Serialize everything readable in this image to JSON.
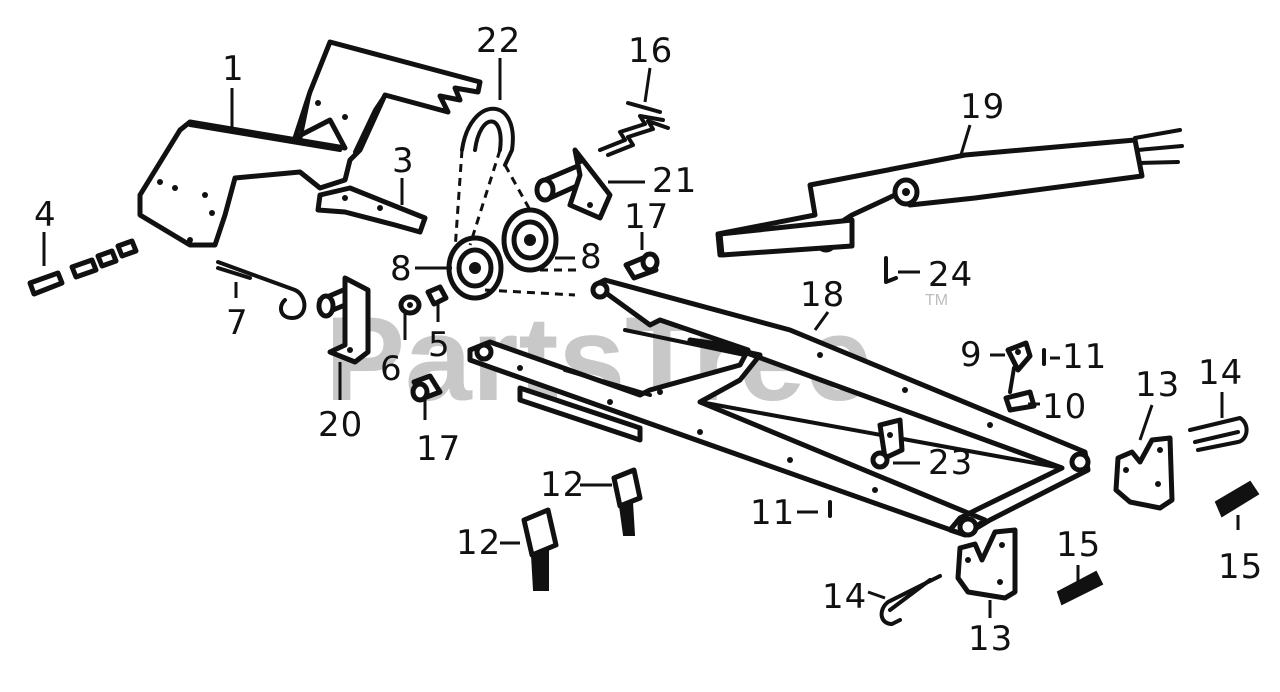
{
  "watermark": {
    "text": "PartsTree",
    "trademark": "TM"
  },
  "callouts": {
    "c1": "1",
    "c3": "3",
    "c4": "4",
    "c5": "5",
    "c6": "6",
    "c7": "7",
    "c8a": "8",
    "c8b": "8",
    "c9": "9",
    "c10": "10",
    "c11a": "11",
    "c11b": "11",
    "c12a": "12",
    "c12b": "12",
    "c13a": "13",
    "c13b": "13",
    "c14a": "14",
    "c14b": "14",
    "c15a": "15",
    "c15b": "15",
    "c16": "16",
    "c17a": "17",
    "c17b": "17",
    "c18": "18",
    "c19": "19",
    "c20": "20",
    "c21": "21",
    "c22": "22",
    "c23": "23",
    "c24": "24"
  }
}
